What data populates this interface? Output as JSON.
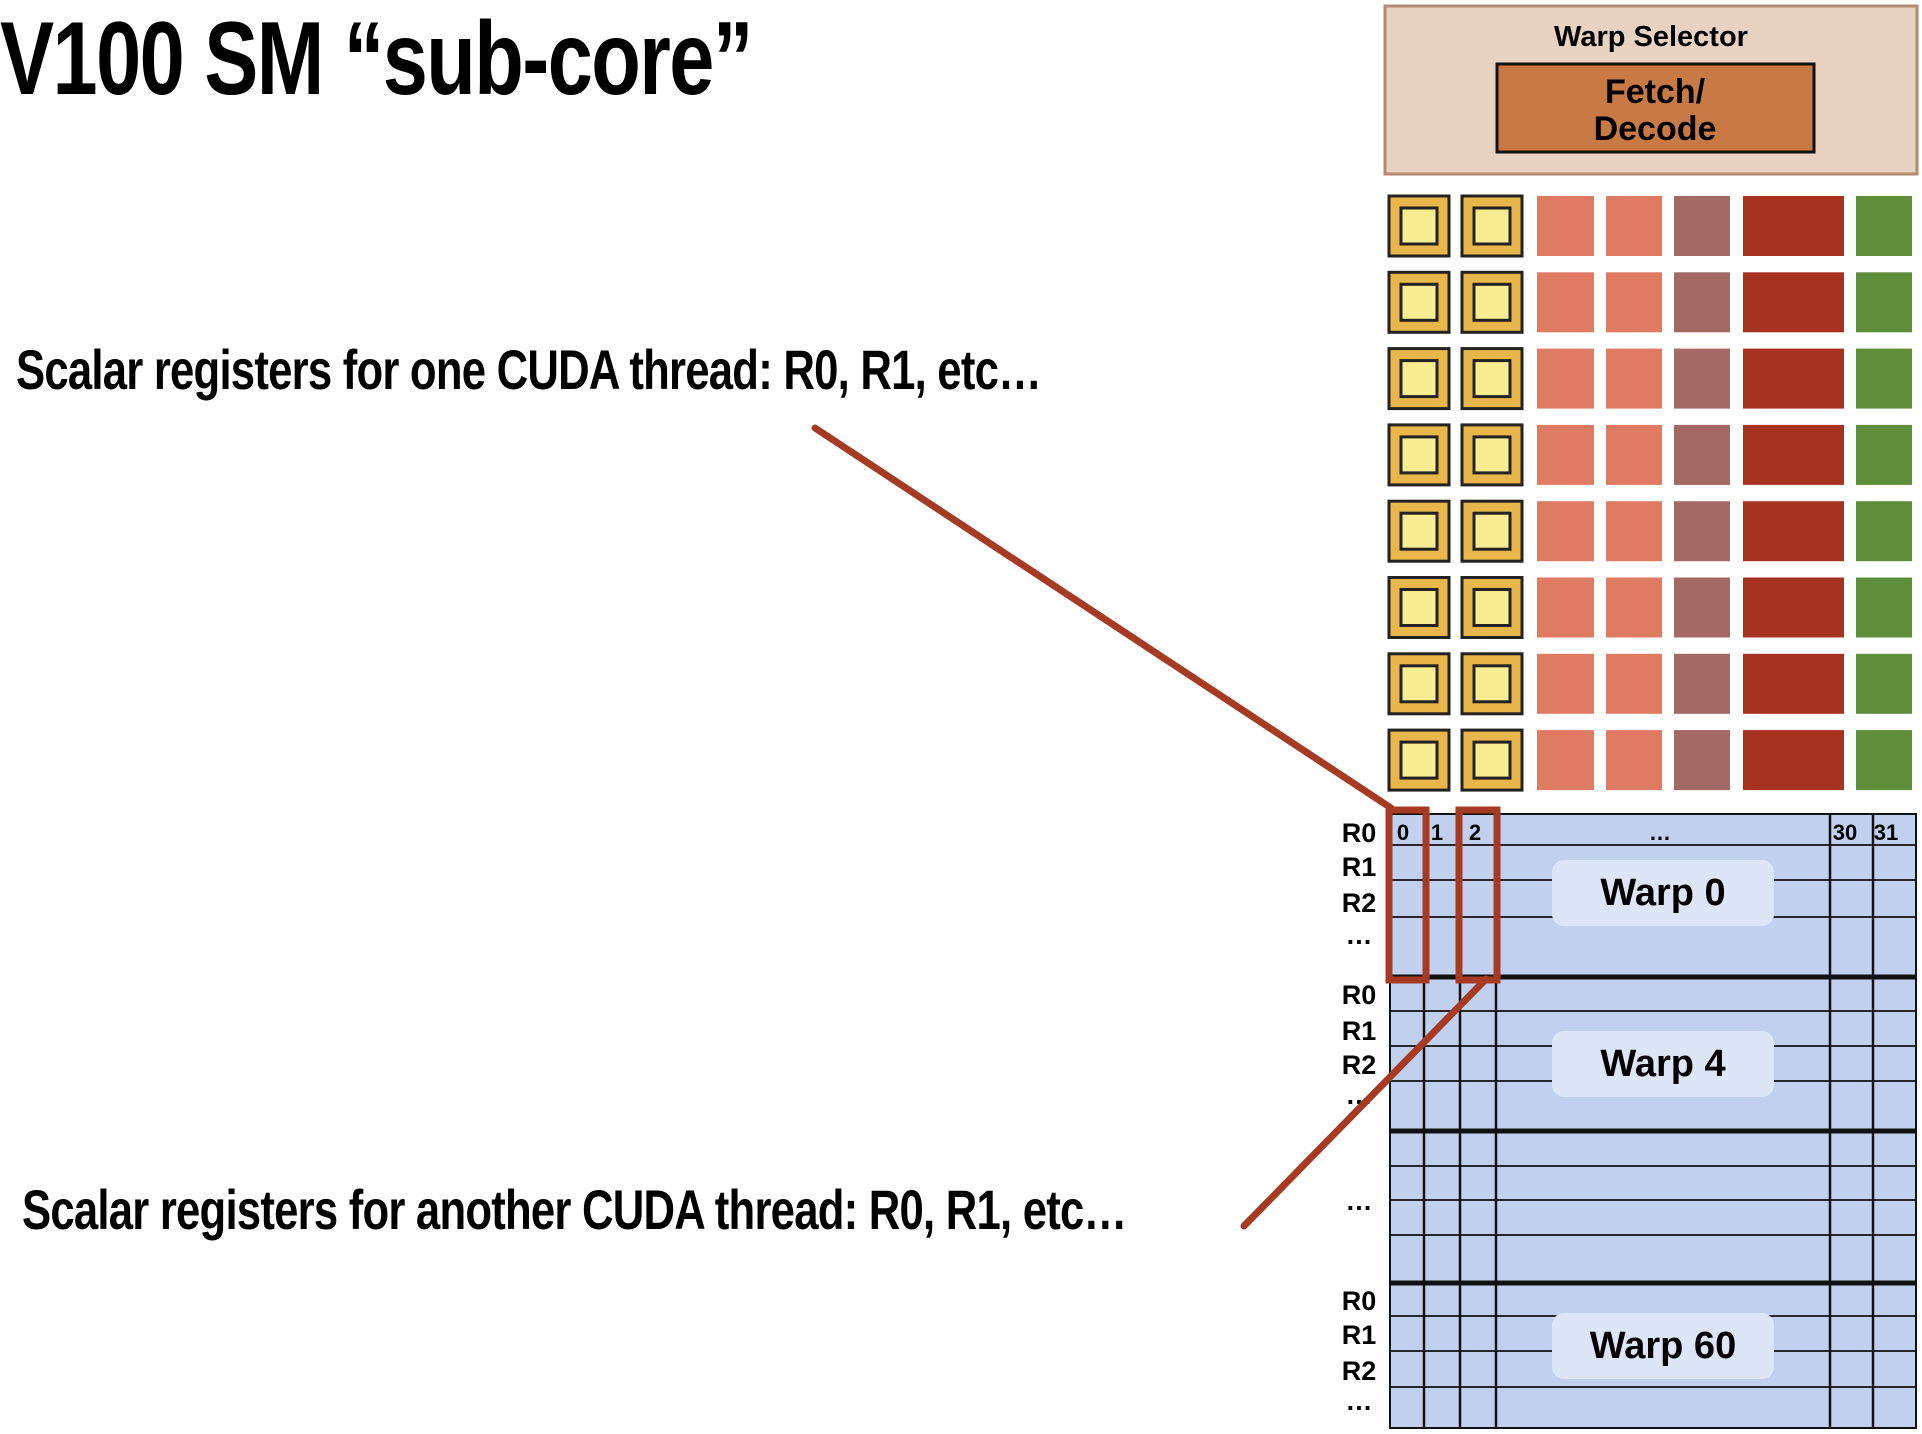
{
  "slide": {
    "title": "V100 SM “sub-core”",
    "caption_one": "Scalar registers for one CUDA thread: R0, R1, etc…",
    "caption_another": "Scalar registers for another CUDA thread: R0, R1, etc…"
  },
  "sub_core": {
    "warp_selector_label": "Warp Selector",
    "fetch_decode_line1": "Fetch/",
    "fetch_decode_line2": "Decode"
  },
  "register_file": {
    "column_labels": [
      "0",
      "1",
      "2",
      "…",
      "30",
      "31"
    ],
    "warp_labels": [
      "Warp 0",
      "Warp 4",
      "Warp 60"
    ],
    "row_label_groups": [
      [
        "R0",
        "R1",
        "R2",
        "…"
      ],
      [
        "R0",
        "R1",
        "R2",
        "…"
      ],
      [
        "…"
      ],
      [
        "R0",
        "R1",
        "R2",
        "…"
      ]
    ]
  },
  "colors": {
    "warp_selector_bg": "#e8d2c2",
    "warp_selector_border": "#b58a74",
    "fetch_decode": "#c87944",
    "alu_outer": "#e9b64a",
    "alu_inner": "#f9ed92",
    "unit_salmon": "#df7b62",
    "unit_mauve": "#a46865",
    "unit_red": "#a83220",
    "unit_green": "#5e8e3a",
    "register_fill": "#c2d0f0",
    "warp_label_bg": "#dde6f8",
    "highlight": "#a63a23"
  }
}
